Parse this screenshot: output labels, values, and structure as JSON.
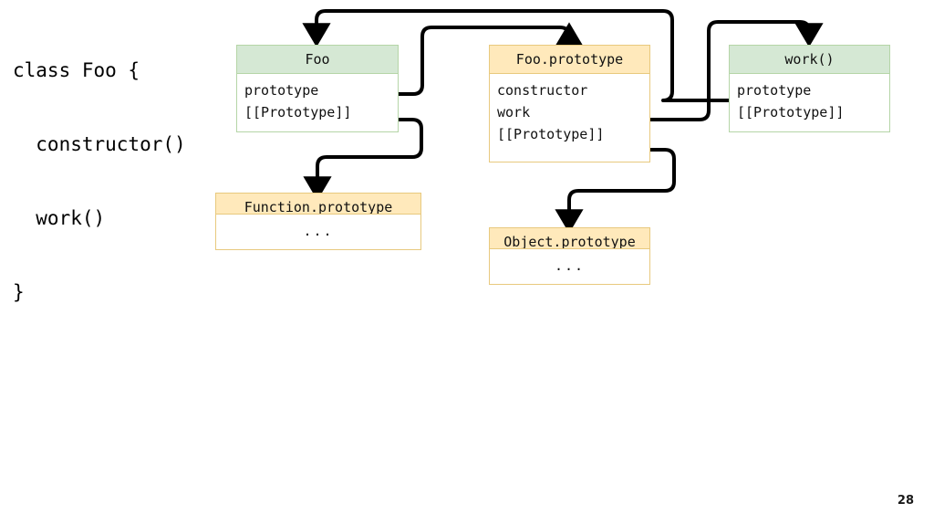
{
  "slide": {
    "page_number": "28",
    "code": {
      "lines": [
        "class Foo {",
        "  constructor()",
        "  work()",
        "}"
      ]
    },
    "boxes": [
      {
        "id": "foo",
        "title": "Foo",
        "color": "green",
        "rows": [
          "prototype",
          "[[Prototype]]"
        ]
      },
      {
        "id": "foo-prototype",
        "title": "Foo.prototype",
        "color": "tan",
        "rows": [
          "constructor",
          "work",
          "[[Prototype]]"
        ]
      },
      {
        "id": "work",
        "title": "work()",
        "color": "green",
        "rows": [
          "prototype",
          "[[Prototype]]"
        ]
      },
      {
        "id": "function-prototype",
        "title": "Function.prototype",
        "color": "tan",
        "rows": [
          "..."
        ]
      },
      {
        "id": "object-prototype",
        "title": "Object.prototype",
        "color": "tan",
        "rows": [
          "..."
        ]
      }
    ],
    "colors": {
      "green_fill": "#d5e8d4",
      "green_border": "#b5d5a7",
      "tan_fill": "#ffe9bb",
      "tan_border": "#e8c97e",
      "box_body": "#ffffff",
      "arrow": "#000000",
      "text": "#111111"
    },
    "arrows": [
      {
        "name": "work-prototype-to-foo",
        "from": "work.prototype",
        "to": "foo.header"
      },
      {
        "name": "foo-prototype-to-foo-prototype-box",
        "from": "foo.prototype",
        "to": "foo-prototype.header"
      },
      {
        "name": "foo-prototype-work-to-work-box",
        "from": "foo-prototype.work",
        "to": "work.header"
      },
      {
        "name": "foo-proto-internal-to-function-prototype",
        "from": "foo.[[Prototype]]",
        "to": "function-prototype.header"
      },
      {
        "name": "foo-prototype-internal-to-object-prototype",
        "from": "foo-prototype.[[Prototype]]",
        "to": "object-prototype.header"
      }
    ]
  }
}
